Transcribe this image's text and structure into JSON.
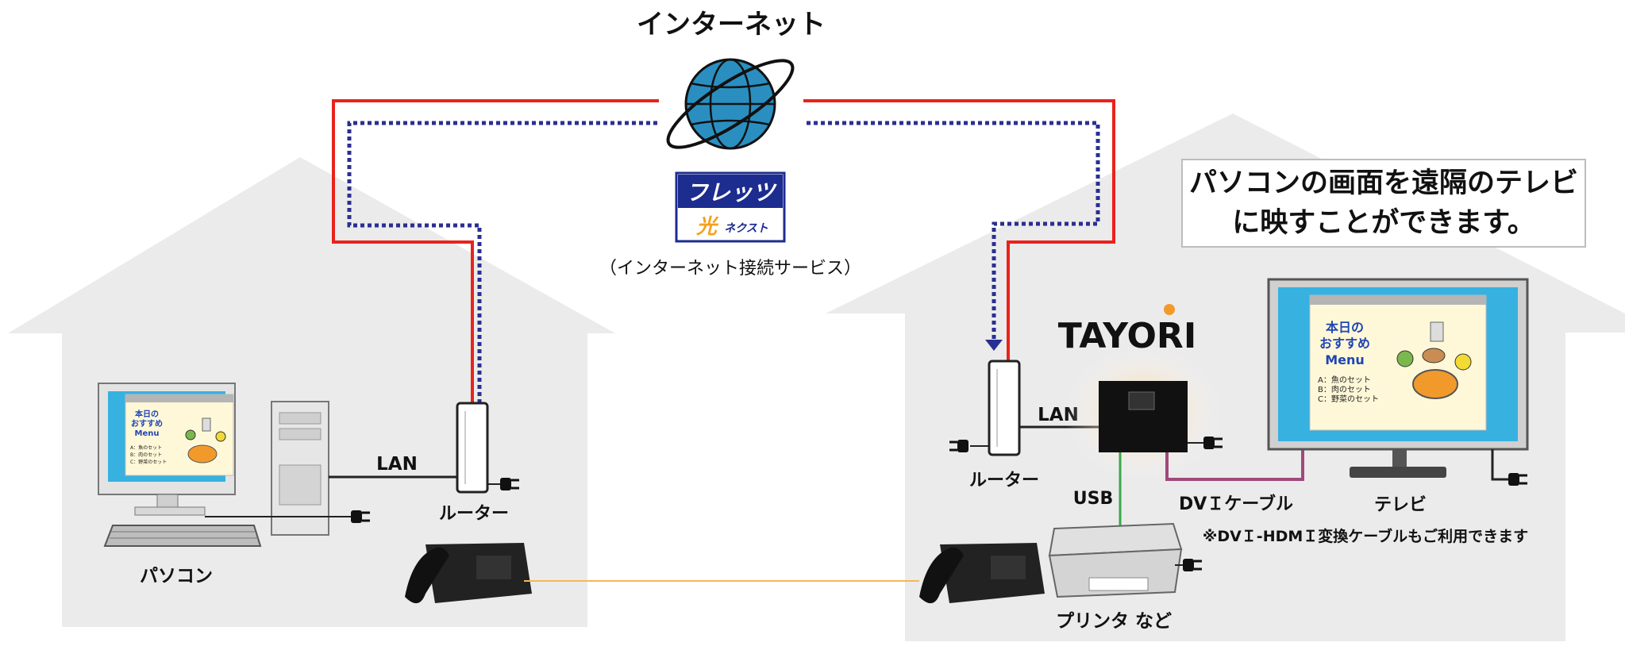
{
  "title": "インターネット",
  "service": {
    "logo_top": "フレッツ",
    "logo_bottom_main": "光",
    "logo_bottom_sub": "ネクスト",
    "caption": "（インターネット接続サービス）"
  },
  "brand": "TAYORI",
  "callout": {
    "line1": "パソコンの画面を遠隔のテレビ",
    "line2": "に映すことができます。"
  },
  "left_house": {
    "pc_label": "パソコン",
    "lan_label": "LAN",
    "router_label": "ルーター",
    "screen": {
      "l1": "本日の",
      "l2": "おすすめ",
      "l3": "Menu",
      "i1": "A：魚のセット",
      "i2": "B：肉のセット",
      "i3": "C：野菜のセット"
    }
  },
  "right_house": {
    "router_label": "ルーター",
    "lan_label": "LAN",
    "usb_label": "USB",
    "cable_label": "DVＩケーブル",
    "tv_label": "テレビ",
    "printer_label": "プリンタ など",
    "note": "※DVＩ-HDMＩ変換ケーブルもご利用できます",
    "screen": {
      "l1": "本日の",
      "l2": "おすすめ",
      "l3": "Menu",
      "i1": "A：魚のセット",
      "i2": "B：肉のセット",
      "i3": "C：野菜のセット"
    }
  },
  "colors": {
    "house": "#ebebeb",
    "line_red": "#e8231c",
    "line_blue": "#2a2f92",
    "lan": "#222222",
    "dvi": "#a0497a",
    "usb": "#3aa84a",
    "phone_line": "#f3b85a",
    "globe": "#2a8fc0",
    "flets_blue": "#1c2c8f",
    "tv_screen": "#36b1e0",
    "menu_text": "#1f44b5"
  }
}
